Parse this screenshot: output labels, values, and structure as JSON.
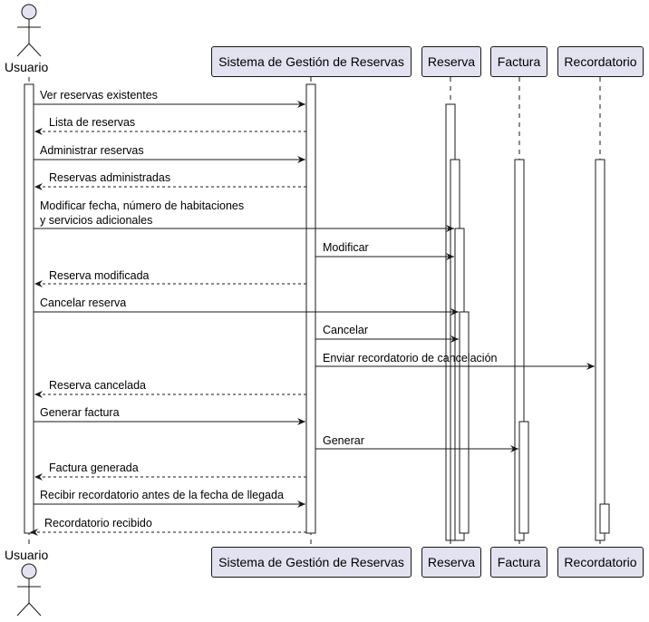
{
  "participants": {
    "usuario": "Usuario",
    "sistema": "Sistema de Gestión de Reservas",
    "reserva": "Reserva",
    "factura": "Factura",
    "recordatorio": "Recordatorio"
  },
  "messages": [
    "Ver reservas existentes",
    "Lista de reservas",
    "Administrar reservas",
    "Reservas administradas",
    "Modificar fecha, número de habitaciones",
    "y servicios adicionales",
    "Modificar",
    "Reserva modificada",
    "Cancelar reserva",
    "Cancelar",
    "Enviar recordatorio de cancelación",
    "Reserva cancelada",
    "Generar factura",
    "Generar",
    "Factura generada",
    "Recibir recordatorio antes de la fecha de llegada",
    "Recordatorio recibido"
  ]
}
